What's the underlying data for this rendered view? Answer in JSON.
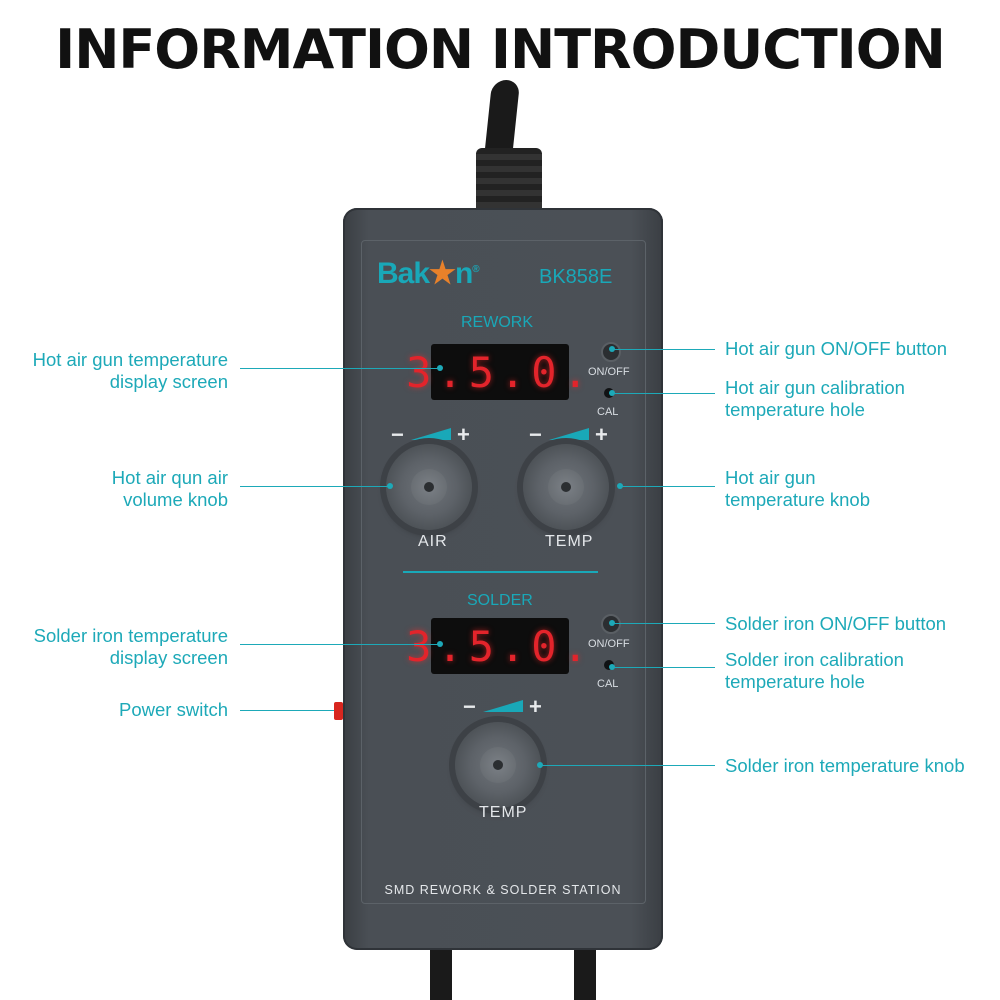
{
  "title": "INFORMATION INTRODUCTION",
  "device": {
    "brand_pre": "Bak",
    "brand_star": "★",
    "brand_post": "n",
    "brand_reg": "®",
    "model": "BK858E",
    "rework_label": "REWORK",
    "rework_display": "3.5.0.",
    "on_off": "ON/OFF",
    "cal": "CAL",
    "minus": "−",
    "plus": "+",
    "air_label": "AIR",
    "temp_label": "TEMP",
    "solder_label": "SOLDER",
    "solder_display": "3.5.0.",
    "solder_temp_label": "TEMP",
    "footer": "SMD REWORK & SOLDER STATION"
  },
  "left_labels": {
    "hot_air_display": [
      "Hot air gun temperature",
      "display screen"
    ],
    "air_knob": [
      "Hot air qun air",
      "volume knob"
    ],
    "solder_display": [
      "Solder iron temperature",
      "display screen"
    ],
    "power_switch": "Power switch"
  },
  "right_labels": {
    "hot_air_button": "Hot air gun ON/OFF button",
    "hot_air_cal": [
      "Hot air gun calibration",
      "temperature hole"
    ],
    "hot_air_temp_knob": [
      "Hot air gun",
      "temperature knob"
    ],
    "solder_button": "Solder iron ON/OFF button",
    "solder_cal": [
      "Solder iron calibration",
      "temperature hole"
    ],
    "solder_knob": "Solder iron temperature knob"
  },
  "colors": {
    "accent": "#1da9b8",
    "display_red": "#e3242b",
    "body": "#4b5056",
    "star": "#e8812a"
  }
}
